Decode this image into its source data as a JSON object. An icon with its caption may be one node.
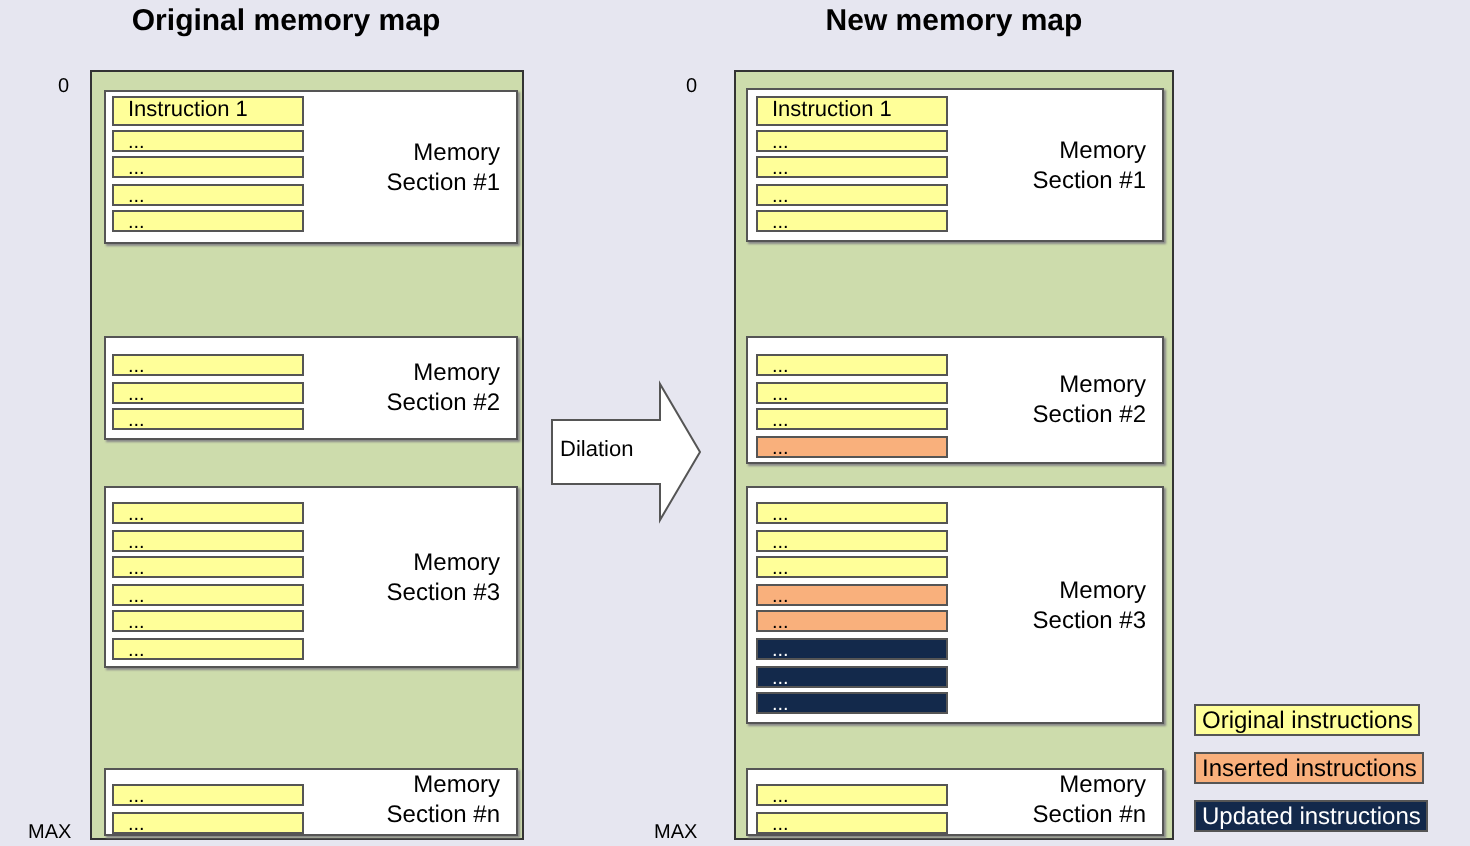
{
  "diagram": {
    "nodes": [
      {
        "text": [
          "Original memory map"
        ]
      },
      {
        "text": [
          "Memory Section #1"
        ],
        "in": 0
      },
      {
        "text": [
          "Instruction 1"
        ],
        "in": 1
      },
      {
        "text": [
          "..."
        ],
        "in": 1
      },
      {
        "text": [
          "..."
        ],
        "in": 1
      },
      {
        "text": [
          "..."
        ],
        "in": 1
      },
      {
        "text": [
          "..."
        ],
        "in": 1
      },
      {
        "text": [
          "Memory Section #2"
        ],
        "in": 0
      },
      {
        "text": [
          "..."
        ],
        "in": 7
      },
      {
        "text": [
          "..."
        ],
        "in": 7
      },
      {
        "text": [
          "..."
        ],
        "in": 7
      },
      {
        "text": [
          "Memory Section #3"
        ],
        "in": 0
      },
      {
        "text": [
          "..."
        ],
        "in": 11
      },
      {
        "text": [
          "..."
        ],
        "in": 11
      },
      {
        "text": [
          "..."
        ],
        "in": 11
      },
      {
        "text": [
          "..."
        ],
        "in": 11
      },
      {
        "text": [
          "..."
        ],
        "in": 11
      },
      {
        "text": [
          "..."
        ],
        "in": 11
      },
      {
        "text": [
          "Memory Section #n"
        ],
        "in": 0
      },
      {
        "text": [
          "..."
        ],
        "in": 18
      },
      {
        "text": [
          "..."
        ],
        "in": 18
      },
      {
        "text": [
          "New memory map"
        ]
      },
      {
        "text": [
          "Memory Section #1"
        ],
        "in": 21
      },
      {
        "text": [
          "Instruction 1"
        ],
        "in": 22
      },
      {
        "text": [
          "..."
        ],
        "in": 22
      },
      {
        "text": [
          "..."
        ],
        "in": 22
      },
      {
        "text": [
          "..."
        ],
        "in": 22
      },
      {
        "text": [
          "..."
        ],
        "in": 22
      },
      {
        "text": [
          "Memory Section #2"
        ],
        "in": 21
      },
      {
        "text": [
          "..."
        ],
        "in": 28
      },
      {
        "text": [
          "..."
        ],
        "in": 28
      },
      {
        "text": [
          "..."
        ],
        "in": 28
      },
      {
        "text": [
          "..."
        ],
        "in": 28
      },
      {
        "text": [
          "Memory Section #3"
        ],
        "in": 21
      },
      {
        "text": [
          "..."
        ],
        "in": 33
      },
      {
        "text": [
          "..."
        ],
        "in": 33
      },
      {
        "text": [
          "..."
        ],
        "in": 33
      },
      {
        "text": [
          "..."
        ],
        "in": 33
      },
      {
        "text": [
          "..."
        ],
        "in": 33
      },
      {
        "text": [
          "..."
        ],
        "in": 33
      },
      {
        "text": [
          "..."
        ],
        "in": 33
      },
      {
        "text": [
          "..."
        ],
        "in": 33
      },
      {
        "text": [
          "Memory Section #n"
        ],
        "in": 21
      },
      {
        "text": [
          "..."
        ],
        "in": 42
      },
      {
        "text": [
          "..."
        ],
        "in": 42
      }
    ],
    "edges": [
      {
        "from": 0,
        "to": 21,
        "arrow": "to",
        "label": "Dilation",
        "style": "thick"
      }
    ],
    "labels": [
      "0",
      "MAX",
      "0",
      "MAX"
    ],
    "legend": [
      {
        "text": "Original instructions",
        "color": "#ffff99"
      },
      {
        "text": "Inserted instructions",
        "color": "#f9b07c"
      },
      {
        "text": "Updated instructions",
        "color": "#13294b"
      }
    ]
  }
}
